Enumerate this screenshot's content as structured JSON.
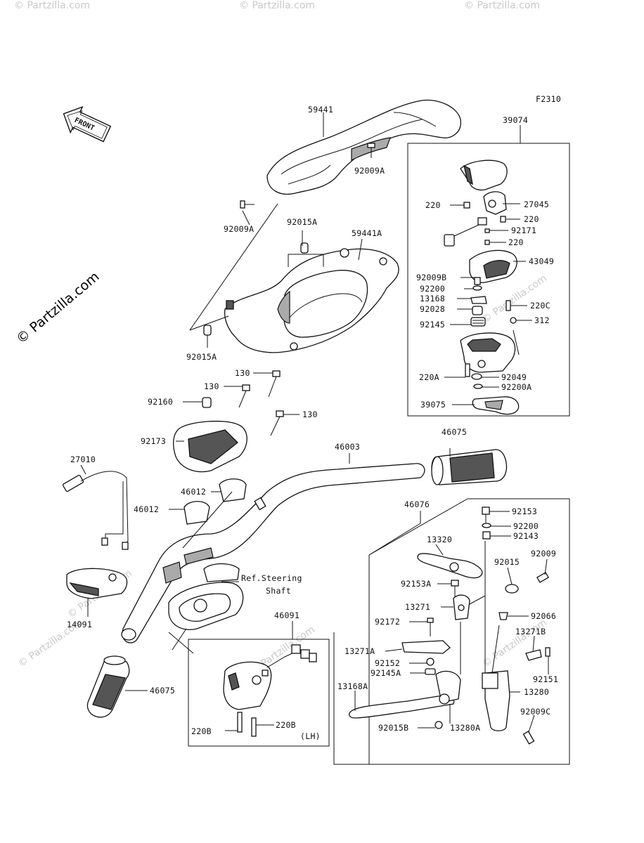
{
  "figure_code": "F2310",
  "front_arrow_label": "FRONT",
  "watermark": "© Partzilla.com",
  "watermark_faint": "© Partzilla.com",
  "reference_note": [
    "Ref.Steering",
    "Shaft"
  ],
  "lh_note": "(LH)",
  "labels": {
    "59441": "59441",
    "92009A_top": "92009A",
    "92009A_left": "92009A",
    "92015A_top": "92015A",
    "59441A": "59441A",
    "92015A_bottom": "92015A",
    "39074": "39074",
    "220_1": "220",
    "27045": "27045",
    "220_2": "220",
    "92171": "92171",
    "220_3": "220",
    "43049": "43049",
    "92009B": "92009B",
    "92200": "92200",
    "13168": "13168",
    "92028": "92028",
    "220C": "220C",
    "92145": "92145",
    "312": "312",
    "220A": "220A",
    "92049": "92049",
    "92200A": "92200A",
    "39075": "39075",
    "130_1": "130",
    "130_2": "130",
    "92160": "92160",
    "130_3": "130",
    "92173": "92173",
    "46003": "46003",
    "46075_right": "46075",
    "27010": "27010",
    "46012_1": "46012",
    "46012_2": "46012",
    "46076": "46076",
    "92153": "92153",
    "92200_b": "92200",
    "92143": "92143",
    "13320": "13320",
    "92009": "92009",
    "92015": "92015",
    "92153A": "92153A",
    "13271": "13271",
    "92066": "92066",
    "92172": "92172",
    "13271B": "13271B",
    "13271A": "13271A",
    "92152": "92152",
    "92145A": "92145A",
    "92151": "92151",
    "13168A": "13168A",
    "13280": "13280",
    "92009C": "92009C",
    "92015B": "92015B",
    "13280A": "13280A",
    "14091": "14091",
    "46091": "46091",
    "46075_left": "46075",
    "220B_1": "220B",
    "220B_2": "220B"
  }
}
